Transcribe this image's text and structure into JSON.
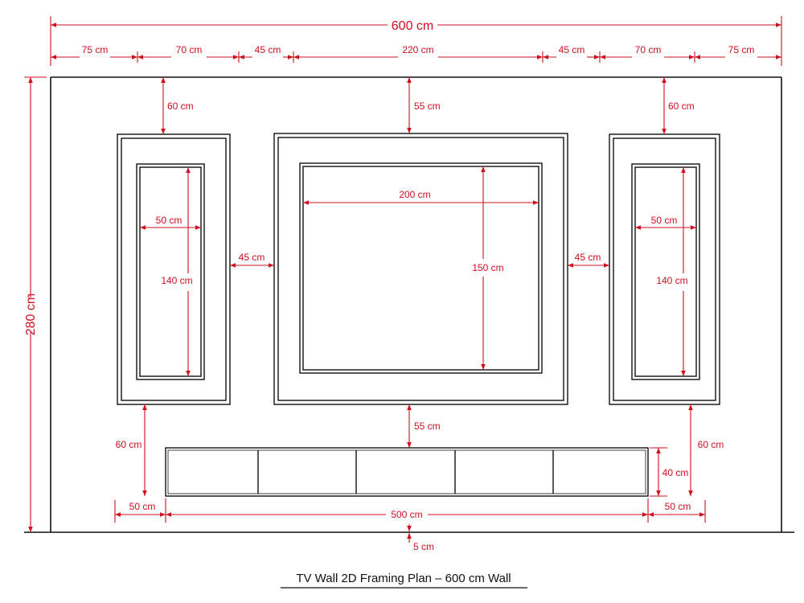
{
  "title": "TV Wall 2D Framing Plan – 600 cm Wall",
  "colors": {
    "dimension": "#d10f1f",
    "line": "#111111",
    "background": "#ffffff"
  },
  "dimensions": {
    "total_width": "600 cm",
    "seg_left_margin": "75 cm",
    "seg_left_panel": "70 cm",
    "seg_left_gap": "45 cm",
    "seg_center": "220 cm",
    "seg_right_gap": "45 cm",
    "seg_right_panel": "70 cm",
    "seg_right_margin": "75 cm",
    "wall_height": "280 cm",
    "left_top_offset": "60 cm",
    "center_top_offset": "55 cm",
    "right_top_offset": "60 cm",
    "left_inner_width": "50 cm",
    "left_inner_height": "140 cm",
    "right_inner_width": "50 cm",
    "right_inner_height": "140 cm",
    "center_inner_width": "200 cm",
    "center_inner_height": "150 cm",
    "left_gap_mid": "45 cm",
    "right_gap_mid": "45 cm",
    "center_to_cabinet": "55 cm",
    "left_bottom_offset": "60 cm",
    "right_bottom_offset": "60 cm",
    "cabinet_height": "40 cm",
    "cabinet_left_margin": "50 cm",
    "cabinet_width": "500 cm",
    "cabinet_right_margin": "50 cm",
    "floor_gap": "5 cm"
  }
}
